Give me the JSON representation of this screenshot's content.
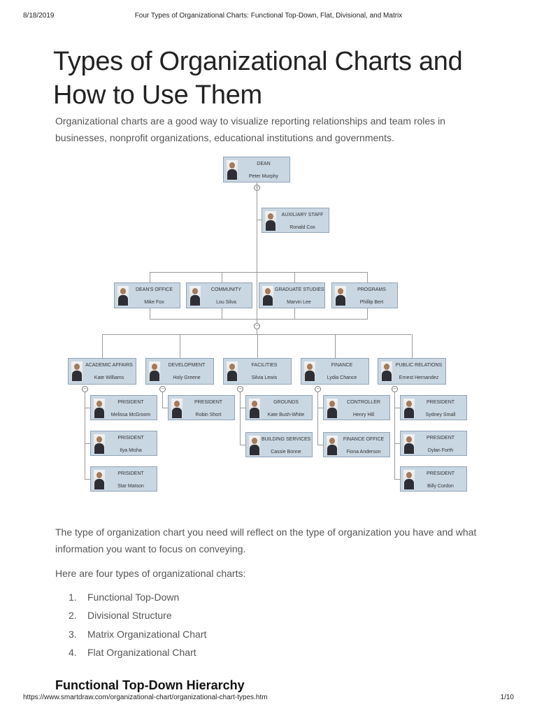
{
  "header": {
    "date": "8/18/2019",
    "title": "Four Types of Organizational Charts: Functional Top-Down, Flat, Divisional, and Matrix"
  },
  "article": {
    "title_line1": "Types of Organizational Charts and",
    "title_line2": "How to Use Them",
    "intro": "Organizational charts are a good way to visualize reporting relationships and team roles in businesses, nonprofit organizations, educational institutions and governments.",
    "para1": "The type of organization chart you need will reflect on the type of organization you have and what information you want to focus on conveying.",
    "para2": "Here are four types of organizational charts:",
    "types": [
      {
        "num": "1.",
        "label": "Functional Top-Down"
      },
      {
        "num": "2.",
        "label": "Divisional Structure"
      },
      {
        "num": "3.",
        "label": "Matrix Organizational Chart"
      },
      {
        "num": "4.",
        "label": "Flat Organizational Chart"
      }
    ],
    "section_heading": "Functional Top-Down Hierarchy"
  },
  "org_chart": {
    "dean": {
      "role": "Dean",
      "name": "Peter Murphy"
    },
    "auxiliary": {
      "role": "AUXILIARY STAFF",
      "name": "Ronald Cox"
    },
    "offices": [
      {
        "role": "DEAN'S OFFICE",
        "name": "Mike Fox"
      },
      {
        "role": "COMMUNITY",
        "name": "Lou Silva"
      },
      {
        "role": "GRADUATE STUDIES",
        "name": "Marvin Lee"
      },
      {
        "role": "PROGRAMS",
        "name": "Phillip Bert"
      }
    ],
    "departments": [
      {
        "role": "ACADEMIC AFFAIRS",
        "name": "Kate Williams",
        "children": [
          {
            "role": "PRISIDENT",
            "name": "Melissa McGroom"
          },
          {
            "role": "PRISIDENT",
            "name": "Ilya Misha"
          },
          {
            "role": "PRISIDENT",
            "name": "Star Matson"
          }
        ]
      },
      {
        "role": "DEVELOPMENT",
        "name": "Holy Greene",
        "children": [
          {
            "role": "PRESIDENT",
            "name": "Robin Short"
          }
        ]
      },
      {
        "role": "FACILITIES",
        "name": "Silvia Lewis",
        "children": [
          {
            "role": "GROUNDS",
            "name": "Kate Bush-White"
          },
          {
            "role": "BUILDING SERVICES",
            "name": "Cassie Bonne"
          }
        ]
      },
      {
        "role": "FINANCE",
        "name": "Lydia Chance",
        "children": [
          {
            "role": "CONTROLLER",
            "name": "Henry Hill"
          },
          {
            "role": "FINANCE OFFICE",
            "name": "Fiona Anderson"
          }
        ]
      },
      {
        "role": "PUBLIC RELATIONS",
        "name": "Ernest Hernandez",
        "children": [
          {
            "role": "PRESIDENT",
            "name": "Sydney Small"
          },
          {
            "role": "PRESIDENT",
            "name": "Dylan Forth"
          },
          {
            "role": "PRESIDENT",
            "name": "Billy Cordon"
          }
        ]
      }
    ]
  },
  "footer": {
    "url": "https://www.smartdraw.com/organizational-chart/organizational-chart-types.htm",
    "page": "1/10"
  }
}
